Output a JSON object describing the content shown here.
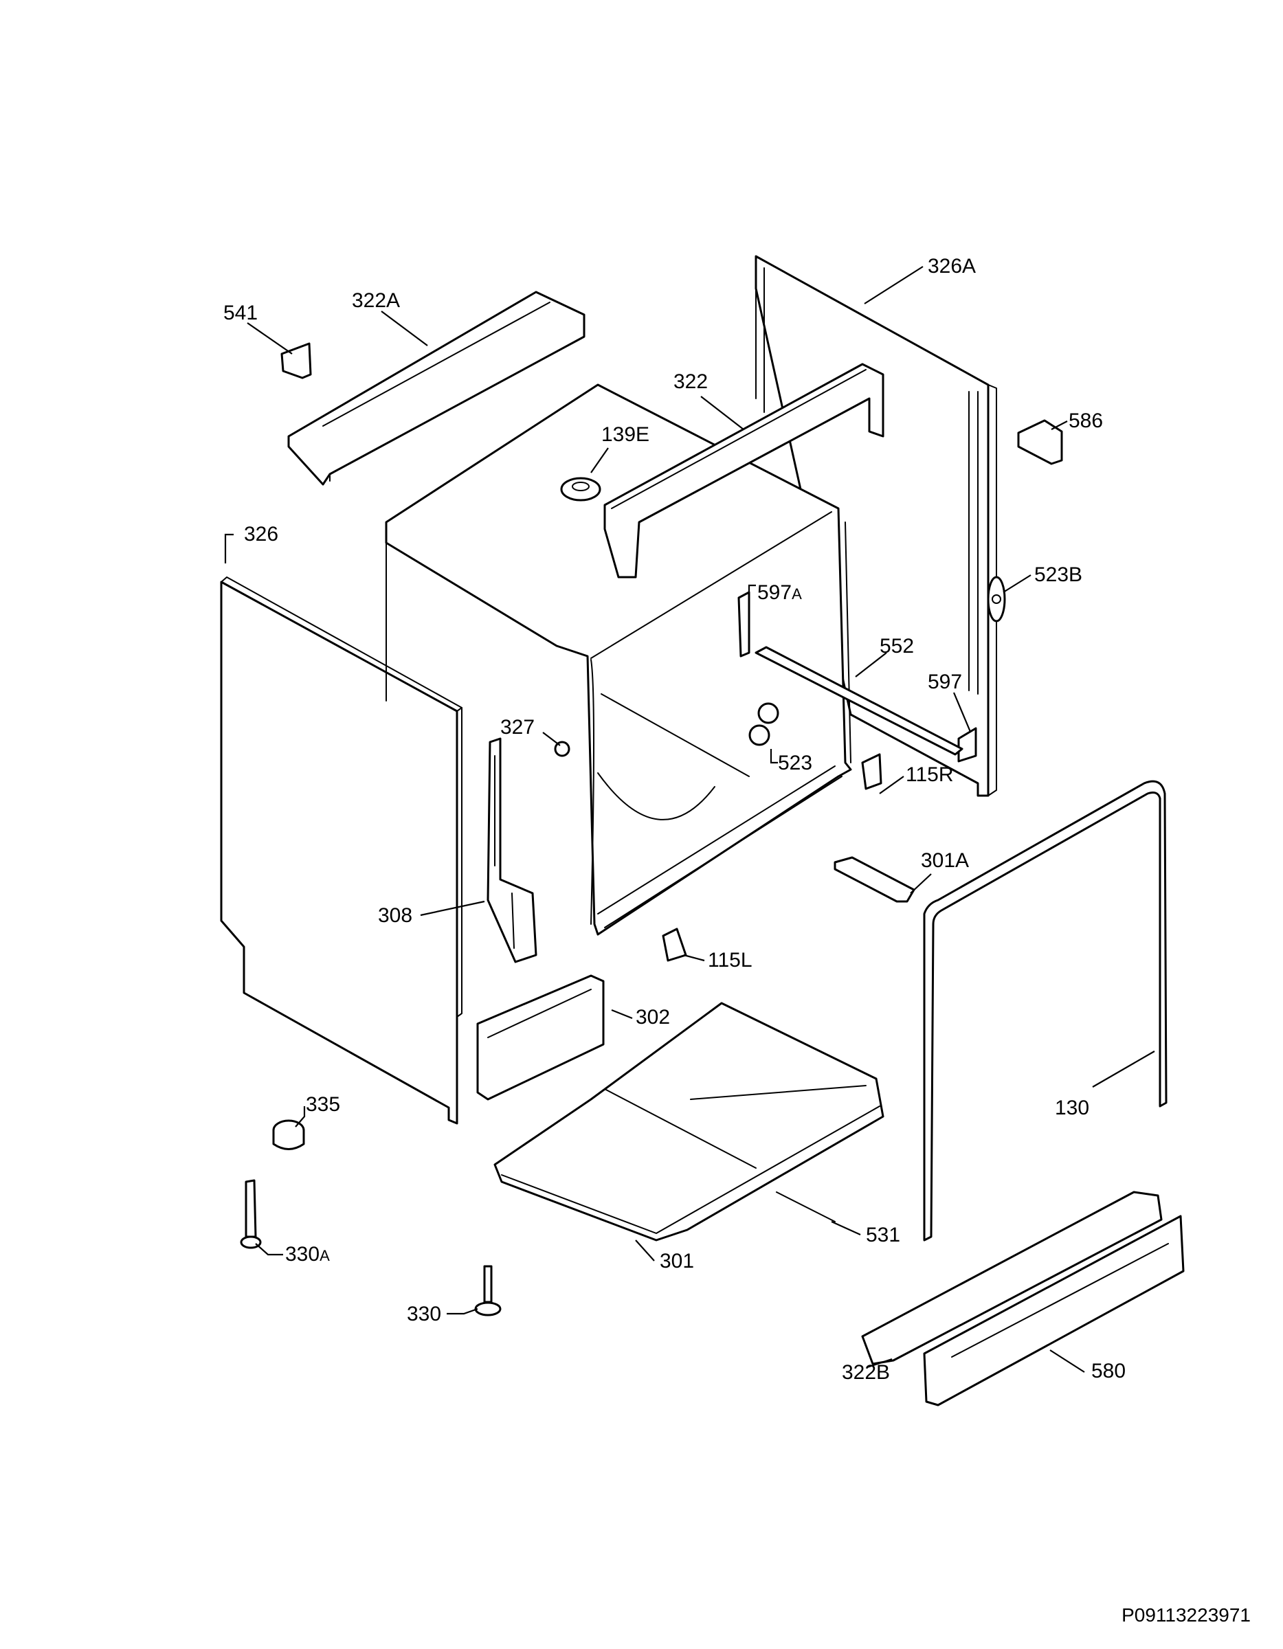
{
  "colors": {
    "line": "#000000",
    "background": "#ffffff"
  },
  "document_code": "P09113223971",
  "callouts": [
    {
      "id": "541",
      "label": "541"
    },
    {
      "id": "322A",
      "label": "322A"
    },
    {
      "id": "322",
      "label": "322"
    },
    {
      "id": "326A",
      "label": "326A"
    },
    {
      "id": "586",
      "label": "586"
    },
    {
      "id": "139E",
      "label": "139E"
    },
    {
      "id": "326",
      "label": "326"
    },
    {
      "id": "523B",
      "label": "523B"
    },
    {
      "id": "597A",
      "label": "597",
      "suffix": "A"
    },
    {
      "id": "552",
      "label": "552"
    },
    {
      "id": "597",
      "label": "597"
    },
    {
      "id": "327",
      "label": "327"
    },
    {
      "id": "523",
      "label": "523"
    },
    {
      "id": "115R",
      "label": "115R"
    },
    {
      "id": "301A",
      "label": "301A"
    },
    {
      "id": "308",
      "label": "308"
    },
    {
      "id": "115L",
      "label": "115L"
    },
    {
      "id": "302",
      "label": "302"
    },
    {
      "id": "130",
      "label": "130"
    },
    {
      "id": "335",
      "label": "335"
    },
    {
      "id": "531",
      "label": "531"
    },
    {
      "id": "330A",
      "label": "330",
      "suffix": "A"
    },
    {
      "id": "301",
      "label": "301"
    },
    {
      "id": "330",
      "label": "330"
    },
    {
      "id": "322B",
      "label": "322B"
    },
    {
      "id": "580",
      "label": "580"
    }
  ]
}
